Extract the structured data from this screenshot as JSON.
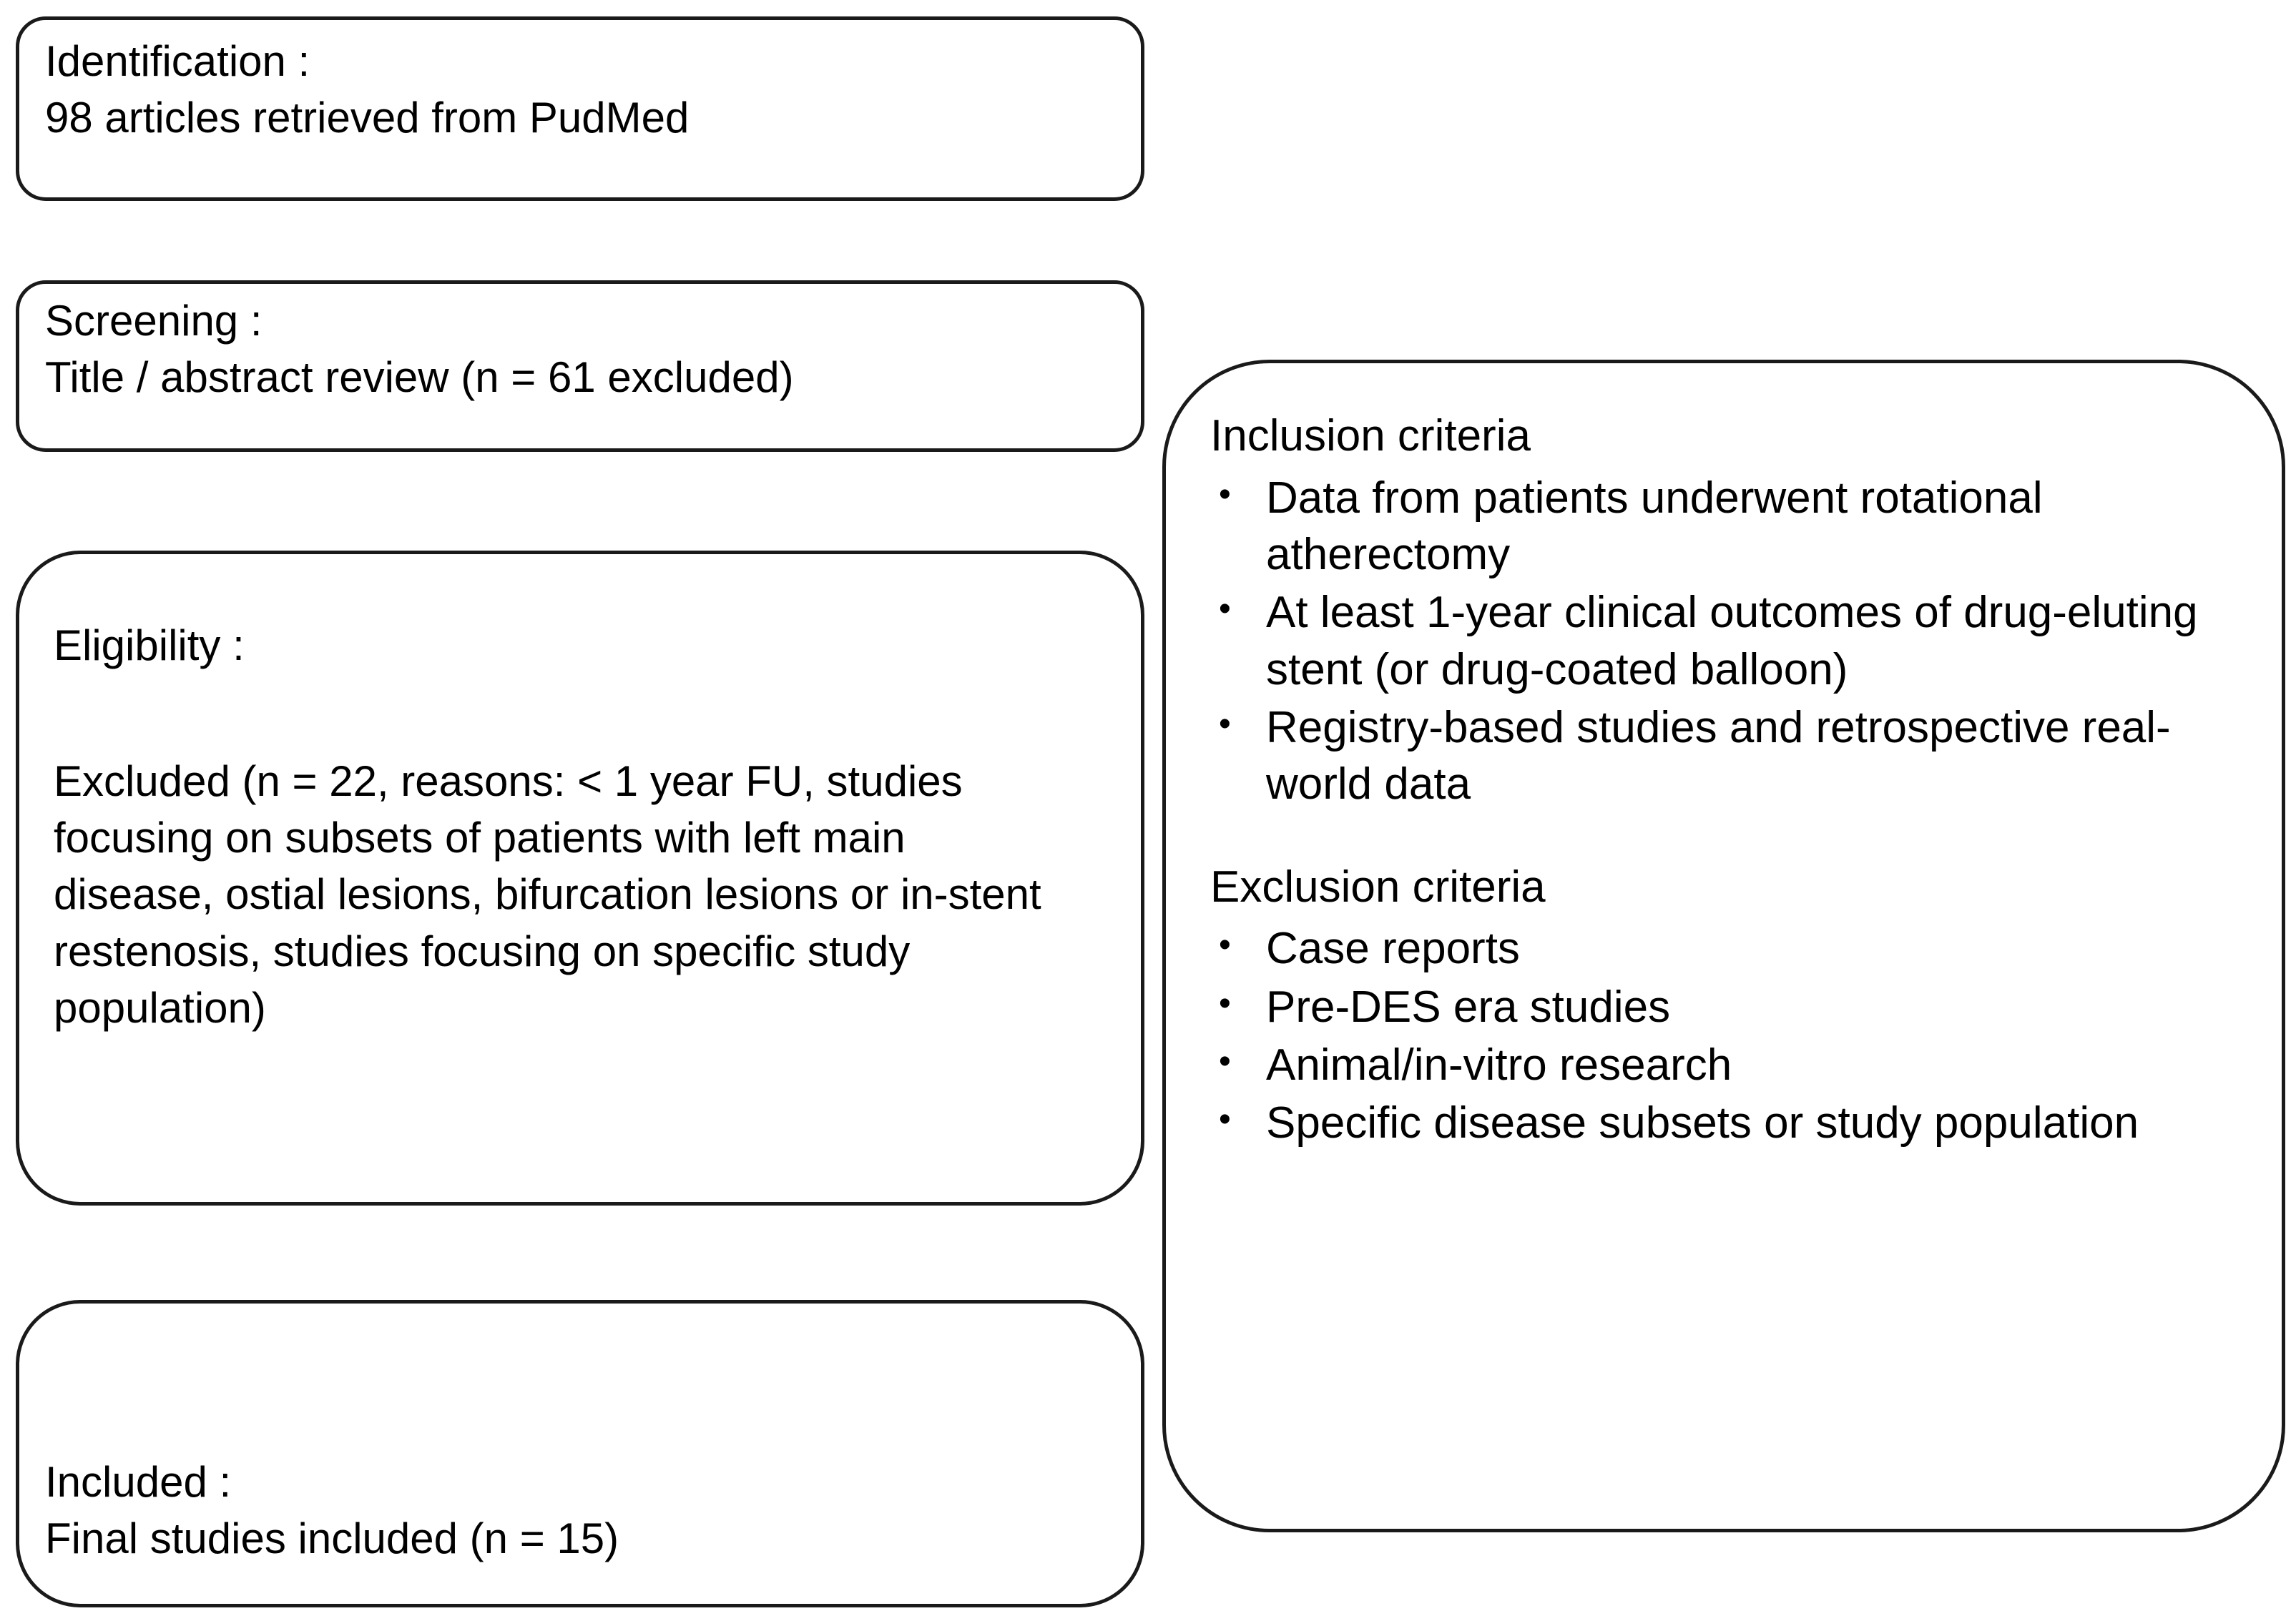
{
  "flow": {
    "identification": {
      "name": "Identification",
      "label": "Identification :",
      "detail": "98 articles retrieved from PudMed",
      "text": "Identification :\n98 articles retrieved from PudMed"
    },
    "screening": {
      "name": "Screening",
      "label": "Screening :",
      "detail": "Title / abstract review (n = 61 excluded)",
      "text": "Screening :\nTitle / abstract review (n = 61 excluded)"
    },
    "eligibility": {
      "name": "Eligibility",
      "label": "Eligibility :",
      "detail": "Excluded (n = 22, reasons: < 1 year FU, studies focusing on subsets of patients with left main disease, ostial lesions, bifurcation lesions or in-stent restenosis, studies focusing on specific study population)"
    },
    "included": {
      "name": "Included",
      "label": "Included :",
      "detail": "Final studies included (n = 15)",
      "text": "Included :\nFinal studies included (n = 15)"
    }
  },
  "criteria": {
    "inclusion": {
      "heading": "Inclusion criteria",
      "items": [
        "Data from patients underwent rotational atherectomy",
        "At least 1-year clinical outcomes of drug-eluting stent (or drug-coated balloon)",
        "Registry-based studies and retrospective real-world data"
      ]
    },
    "exclusion": {
      "heading": "Exclusion criteria",
      "items": [
        "Case reports",
        "Pre-DES era studies",
        "Animal/in-vitro research",
        "Specific disease subsets or study population"
      ]
    },
    "bullet_glyph": "•"
  },
  "counts": {
    "retrieved": 98,
    "screening_excluded": 61,
    "eligibility_excluded": 22,
    "final_included": 15
  },
  "colors": {
    "border": "#1a1a1a",
    "text": "#000000",
    "background": "#ffffff"
  }
}
